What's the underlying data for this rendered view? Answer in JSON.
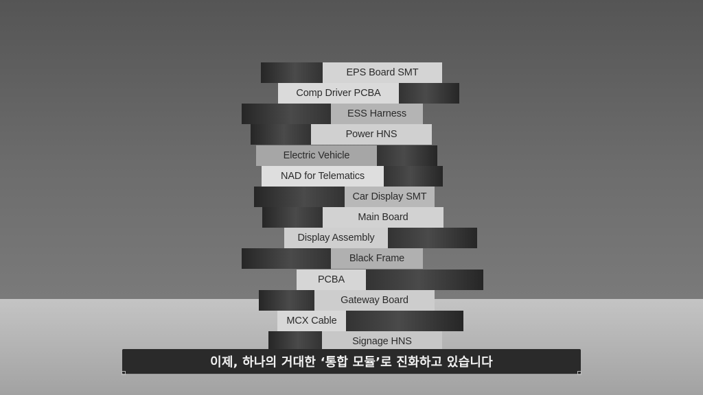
{
  "stack": {
    "blocks": [
      {
        "label": "EPS Board SMT"
      },
      {
        "label": "Comp Driver PCBA"
      },
      {
        "label": "ESS Harness"
      },
      {
        "label": "Power HNS"
      },
      {
        "label": "Electric Vehicle"
      },
      {
        "label": "NAD for Telematics"
      },
      {
        "label": "Car Display SMT"
      },
      {
        "label": "Main Board"
      },
      {
        "label": "Display Assembly"
      },
      {
        "label": "Black Frame"
      },
      {
        "label": "PCBA"
      },
      {
        "label": "Gateway Board"
      },
      {
        "label": "MCX Cable"
      },
      {
        "label": "Signage HNS"
      }
    ]
  },
  "subtitle": {
    "text": "이제, 하나의 거대한 ‘통합 모듈’로 진화하고 있습니다"
  },
  "colors": {
    "wall": "#666666",
    "floor": "#b8b8b8",
    "dark_segment": "#3a3a3a",
    "subtitle_bar": "#2a2a2a"
  }
}
